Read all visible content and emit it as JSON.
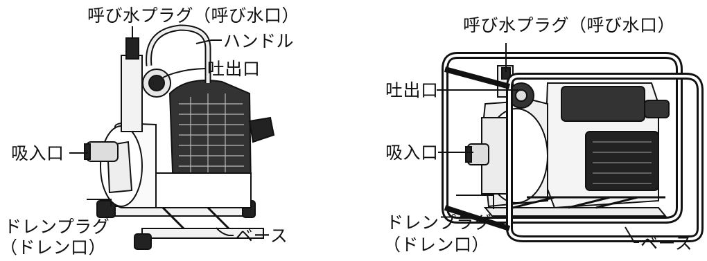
{
  "left_figure": {
    "labels": {
      "priming_plug": "呼び水プラグ（呼び水口）",
      "handle": "ハンドル",
      "outlet": "吐出口",
      "inlet": "吸入口",
      "drain_plug": "ドレンプラグ",
      "drain_port": "（ドレン口）",
      "base": "ベース"
    }
  },
  "right_figure": {
    "labels": {
      "priming_plug": "呼び水プラグ（呼び水口）",
      "outlet": "吐出口",
      "inlet": "吸入口",
      "drain_plug": "ドレンプラグ",
      "drain_port": "（ドレン口）",
      "base": "ベース"
    }
  }
}
